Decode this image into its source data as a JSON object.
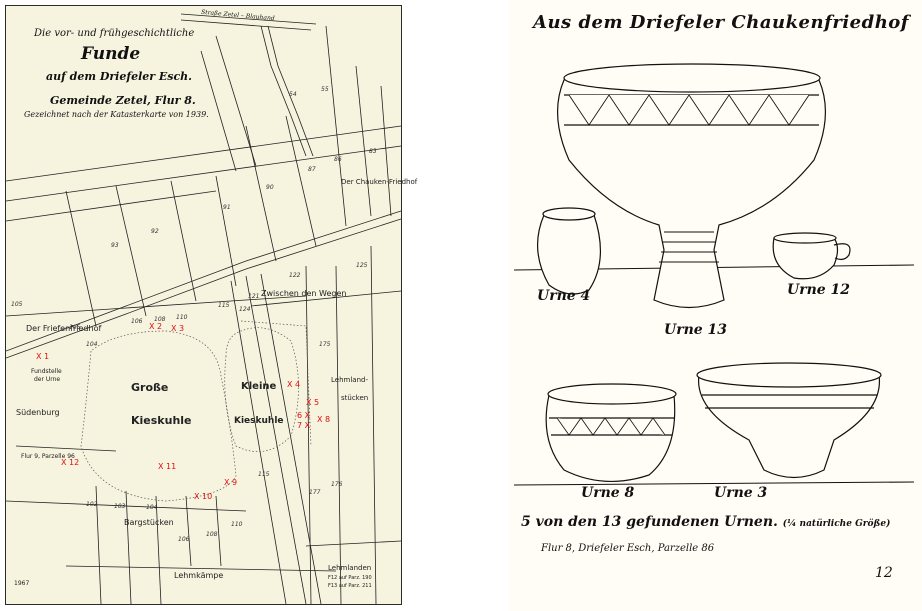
{
  "map": {
    "title_line1": "Die vor- und frühgeschichtliche",
    "title_line2": "Funde",
    "title_line3": "auf dem Driefeler Esch.",
    "title_line4": "Gemeinde Zetel, Flur 8.",
    "title_line5": "Gezeichnet nach der Katasterkarte von 1939.",
    "road_top": "Straße Zetel – Blauhand",
    "area_labels": {
      "driefenfriedhof": "Der Friefenfriedhof",
      "chaukenfriedhof": "Der Chauken-Friedhof",
      "zwischen": "Zwischen den Wegen",
      "grosse": "Große",
      "kieskuhle1": "Kieskuhle",
      "kleine": "Kleine",
      "kieskuhle2": "Kieskuhle",
      "suedenburg": "Südenburg",
      "flur9": "Flur 9, Parzelle 96",
      "fundstelle": "Fundstelle",
      "der_urne": "der Urne",
      "lehmland": "Lehmland-",
      "stuecken": "stücken",
      "bargstuecken": "Bargstücken",
      "lehmkaempe": "Lehmkämpe",
      "lehmlanden": "Lehmlanden",
      "f12": "F12 auf Parz. 190",
      "f13": "F13 auf Parz. 211",
      "signature": "1967"
    },
    "markers": [
      "X 1",
      "X 2",
      "X 3",
      "X 4",
      "X 5",
      "6 X",
      "7 X",
      "X 8",
      "X 9",
      "X 10",
      "X 11",
      "X 12"
    ],
    "parcels": [
      "54",
      "55",
      "86",
      "87",
      "83",
      "90",
      "91",
      "92",
      "93",
      "122",
      "125",
      "124",
      "121",
      "115",
      "175",
      "176",
      "177",
      "104",
      "105",
      "106",
      "108",
      "110",
      "102",
      "103",
      "104",
      "106",
      "108",
      "110",
      "115",
      "105"
    ]
  },
  "urns": {
    "heading": "Aus dem Driefeler Chaukenfriedhof",
    "urne4": "Urne 4",
    "urne13": "Urne 13",
    "urne12": "Urne 12",
    "urne8": "Urne 8",
    "urne3": "Urne 3",
    "caption": "5 von den 13 gefundenen Urnen.",
    "caption_small": "(¼ natürliche Größe)",
    "subcaption": "Flur 8, Driefeler Esch, Parzelle 86",
    "page_number": "12"
  },
  "colors": {
    "paper": "#f6f3df",
    "ink": "#111111",
    "marker": "#e01010"
  }
}
